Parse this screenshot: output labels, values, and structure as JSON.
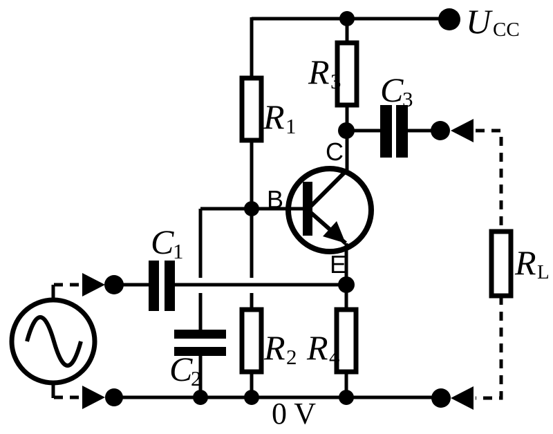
{
  "colors": {
    "ink": "#000000",
    "paper": "#ffffff"
  },
  "labels": {
    "supply": {
      "main": "U",
      "sub": "CC"
    },
    "r1": {
      "main": "R",
      "sub": "1"
    },
    "r2": {
      "main": "R",
      "sub": "2"
    },
    "r3": {
      "main": "R",
      "sub": "3"
    },
    "r4": {
      "main": "R",
      "sub": "4"
    },
    "rl": {
      "main": "R",
      "sub": "L"
    },
    "c1": {
      "main": "C",
      "sub": "1"
    },
    "c2": {
      "main": "C",
      "sub": "2"
    },
    "c3": {
      "main": "C",
      "sub": "3"
    },
    "transistor": {
      "collector": "C",
      "base": "B",
      "emitter": "E"
    },
    "ground_rail": "0 V"
  }
}
